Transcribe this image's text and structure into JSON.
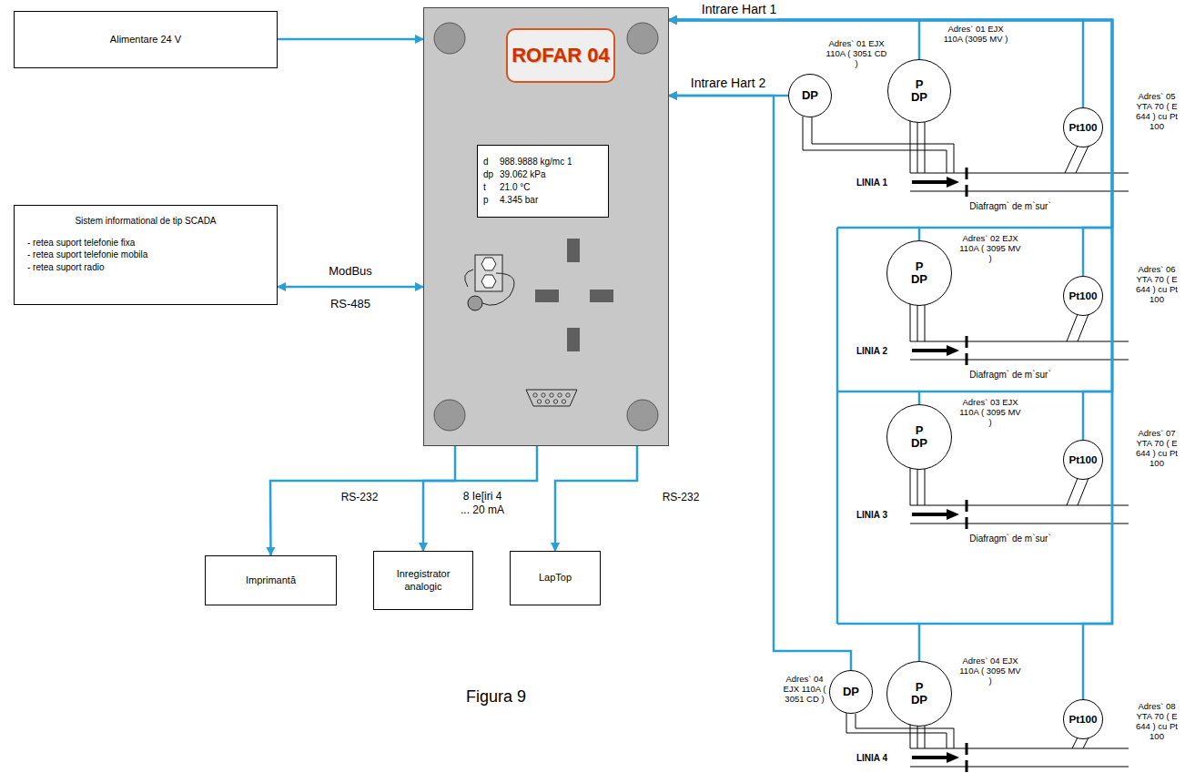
{
  "diagram": {
    "caption": "Figura 9",
    "nodes": [
      {
        "text": [
          "Alimentare 24 V"
        ]
      },
      {
        "text": [
          "ROFAR 04"
        ]
      },
      {
        "text": [
          "d",
          "988.9888 kg/mc 1",
          "dp",
          "39.062 kPa",
          "t",
          "21.0 °C",
          "p",
          "4.345 bar"
        ],
        "in": 1
      },
      {
        "text": [
          "Sistem informational de tip SCADA",
          "- retea suport telefonie fixa",
          "- retea suport telefonie mobila",
          "- retea suport radio"
        ]
      },
      {
        "text": [
          "Imprimantă"
        ]
      },
      {
        "text": [
          "Inregistrator analogic"
        ]
      },
      {
        "text": [
          "LapTop"
        ]
      },
      {
        "text": [
          "DP",
          "Adres` 01 EJX 110A ( 3051 CD )"
        ]
      },
      {
        "text": [
          "P DP",
          "Adres` 01 EJX 110A (3095 MV )"
        ]
      },
      {
        "text": [
          "Pt100",
          "Adres` 05 YTA 70 ( E 644 ) cu Pt 100"
        ]
      },
      {
        "text": [
          "P DP",
          "Adres` 02 EJX 110A ( 3095 MV )"
        ]
      },
      {
        "text": [
          "Pt100",
          "Adres` 06 YTA 70 ( E 644 ) cu Pt 100"
        ]
      },
      {
        "text": [
          "P DP",
          "Adres` 03 EJX 110A ( 3095 MV )"
        ]
      },
      {
        "text": [
          "Pt100",
          "Adres` 07 YTA 70 ( E 644 ) cu Pt 100"
        ]
      },
      {
        "text": [
          "DP",
          "Adres` 04 EJX 110A ( 3051 CD )"
        ]
      },
      {
        "text": [
          "P DP",
          "Adres` 04 EJX 110A ( 3095 MV )"
        ]
      },
      {
        "text": [
          "Pt100",
          "Adres` 08 YTA 70 ( E 644 ) cu Pt 100"
        ]
      }
    ],
    "edges": [
      {
        "from": 0,
        "to": 1,
        "arrow": "to"
      },
      {
        "from": 3,
        "to": 1,
        "label": "ModBus",
        "arrow": "both"
      },
      {
        "from": 1,
        "to": 4,
        "label": "RS-232",
        "arrow": "to"
      },
      {
        "from": 1,
        "to": 5,
        "label": "8 Ie[iri 4 ... 20 mA",
        "arrow": "to"
      },
      {
        "from": 1,
        "to": 6,
        "label": "RS-232",
        "arrow": "to"
      },
      {
        "from": 8,
        "to": 1,
        "label": "Intrare Hart 1",
        "arrow": "to"
      },
      {
        "from": 9,
        "to": 1,
        "arrow": "to"
      },
      {
        "from": 10,
        "to": 1,
        "arrow": "to"
      },
      {
        "from": 11,
        "to": 1,
        "arrow": "to"
      },
      {
        "from": 12,
        "to": 1,
        "arrow": "to"
      },
      {
        "from": 13,
        "to": 1,
        "arrow": "to"
      },
      {
        "from": 15,
        "to": 1,
        "arrow": "to"
      },
      {
        "from": 16,
        "to": 1,
        "arrow": "to"
      },
      {
        "from": 7,
        "to": 1,
        "label": "Intrare Hart 2",
        "arrow": "to"
      },
      {
        "from": 14,
        "to": 1,
        "arrow": "to"
      }
    ],
    "labels": [
      "RS-485",
      "LINIA 1",
      "Diafragm` de m`sur`",
      "LINIA 2",
      "Diafragm` de m`sur`",
      "LINIA 3",
      "Diafragm` de m`sur`",
      "LINIA 4"
    ]
  }
}
